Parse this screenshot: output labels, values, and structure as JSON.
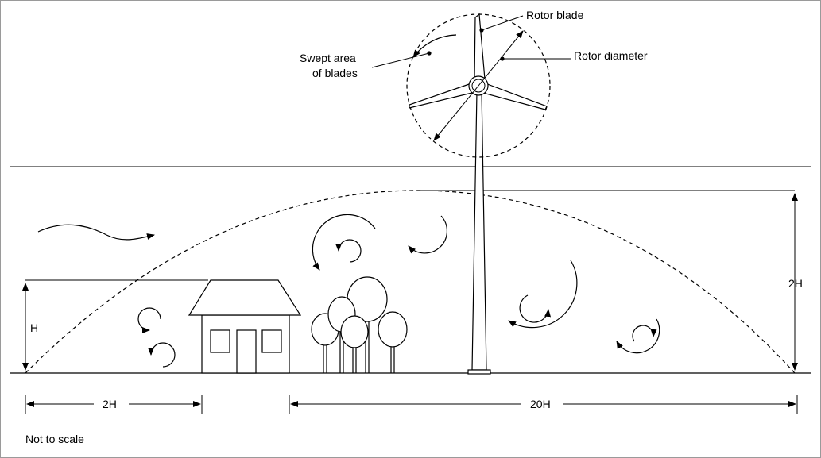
{
  "labels": {
    "rotor_blade": "Rotor blade",
    "rotor_diameter": "Rotor diameter",
    "swept_area_line1": "Swept area",
    "swept_area_line2": "of blades",
    "height_h": "H",
    "height_2h": "2H",
    "distance_2h": "2H",
    "distance_20h": "20H",
    "note": "Not to scale"
  },
  "colors": {
    "ink": "#000000",
    "background": "#ffffff"
  }
}
